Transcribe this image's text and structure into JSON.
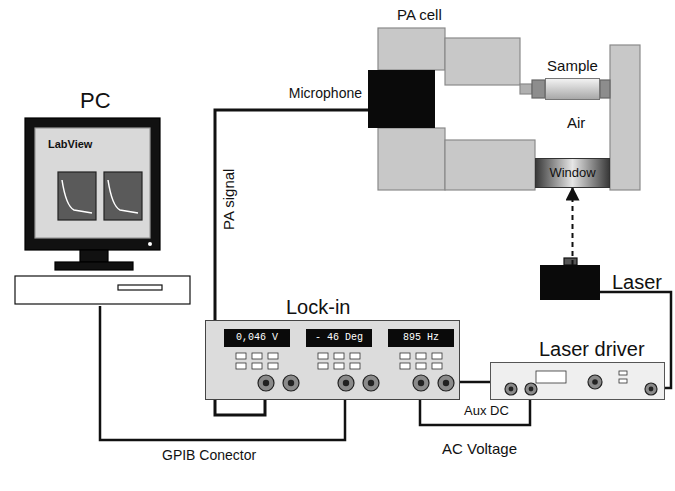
{
  "diagram": {
    "nodes": [
      {
        "text": [
          "PC",
          "LabView"
        ]
      },
      {
        "text": [
          "Microphone"
        ]
      },
      {
        "text": [
          "Sample"
        ]
      },
      {
        "text": [
          "Window"
        ]
      },
      {
        "text": [
          "Laser"
        ]
      },
      {
        "text": [
          "Lock-in"
        ]
      },
      {
        "text": [
          "0,046 V"
        ],
        "in": 5
      },
      {
        "text": [
          "- 46 Deg"
        ],
        "in": 5
      },
      {
        "text": [
          "895 Hz"
        ],
        "in": 5
      },
      {
        "text": [
          "Laser driver"
        ]
      }
    ],
    "edges": [
      {
        "from": 1,
        "to": 5,
        "label": "PA signal",
        "arrow": "none"
      },
      {
        "from": 0,
        "to": 5,
        "label": "GPIB Conector",
        "arrow": "none"
      },
      {
        "from": 5,
        "to": 9,
        "label": "Aux DC",
        "arrow": "none"
      },
      {
        "from": 5,
        "to": 9,
        "label": "AC Voltage",
        "arrow": "none"
      },
      {
        "from": 9,
        "to": 4,
        "arrow": "none"
      },
      {
        "from": 4,
        "to": 3,
        "arrow": "to"
      }
    ],
    "labels": [
      "PA cell",
      "Air"
    ]
  }
}
